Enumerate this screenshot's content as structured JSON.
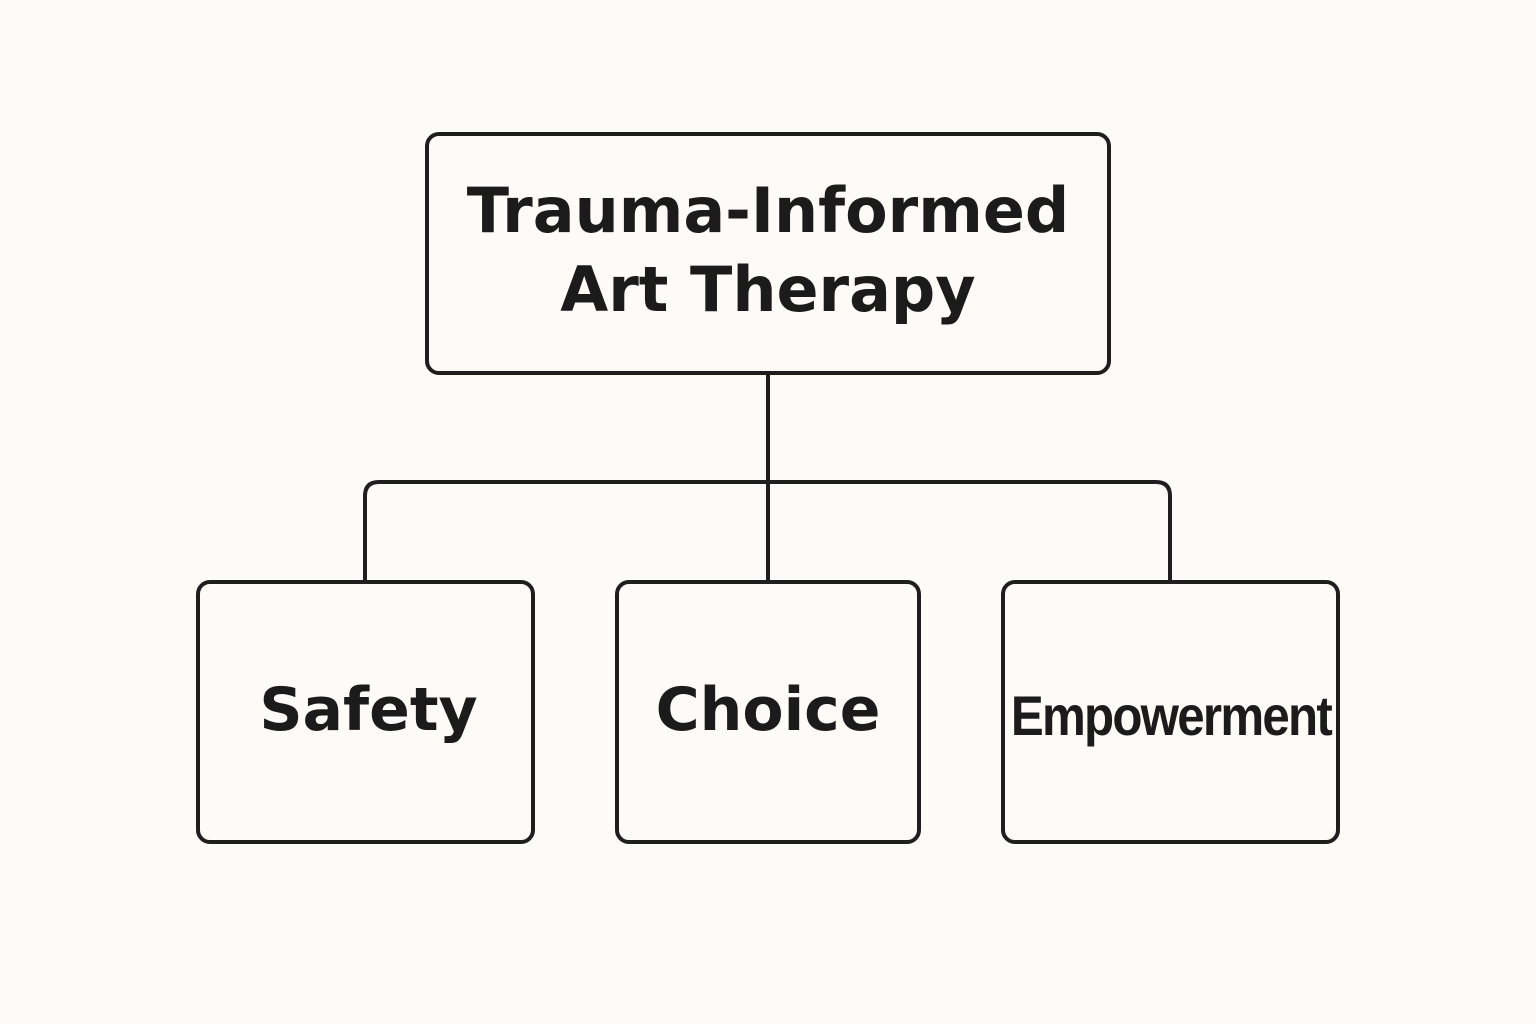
{
  "diagram": {
    "root": {
      "line1": "Trauma-Informed",
      "line2": "Art Therapy"
    },
    "children": [
      {
        "label": "Safety"
      },
      {
        "label": "Choice"
      },
      {
        "label": "Empowerment"
      }
    ]
  },
  "colors": {
    "background": "#fcfbf7",
    "stroke": "#1e1e1e",
    "text": "#1b1b1b"
  }
}
